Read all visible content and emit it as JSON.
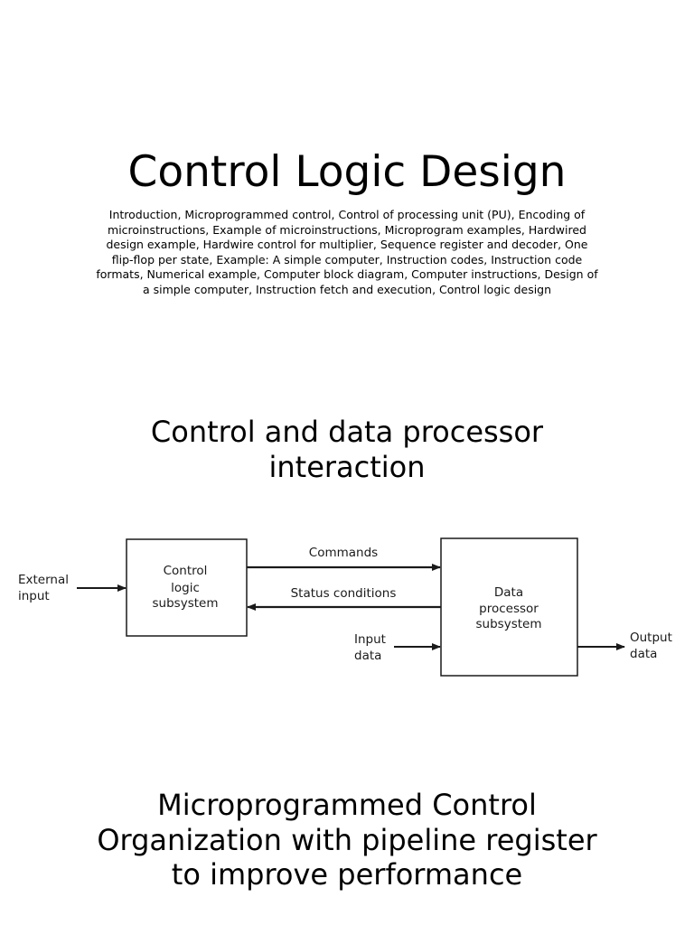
{
  "slide1": {
    "title": "Control Logic Design",
    "summary": "Introduction, Microprogrammed control, Control of processing unit (PU), Encoding of microinstructions, Example of microinstructions, Microprogram examples, Hardwired design example, Hardwire control for multiplier, Sequence register and decoder, One flip-flop per state, Example: A simple computer, Instruction codes, Instruction code formats, Numerical example, Computer block diagram, Computer instructions, Design of a simple computer, Instruction fetch and execution, Control logic design"
  },
  "slide2": {
    "title_line1": "Control and data processor",
    "title_line2": "interaction",
    "diagram": {
      "external_input_line1": "External",
      "external_input_line2": "input",
      "control_line1": "Control",
      "control_line2": "logic",
      "control_line3": "subsystem",
      "commands": "Commands",
      "status": "Status conditions",
      "input_data_line1": "Input",
      "input_data_line2": "data",
      "dp_line1": "Data",
      "dp_line2": "processor",
      "dp_line3": "subsystem",
      "output_line1": "Output",
      "output_line2": "data"
    }
  },
  "slide3": {
    "title_line1": "Microprogrammed Control",
    "title_line2": "Organization with pipeline register",
    "title_line3": "to improve performance"
  }
}
